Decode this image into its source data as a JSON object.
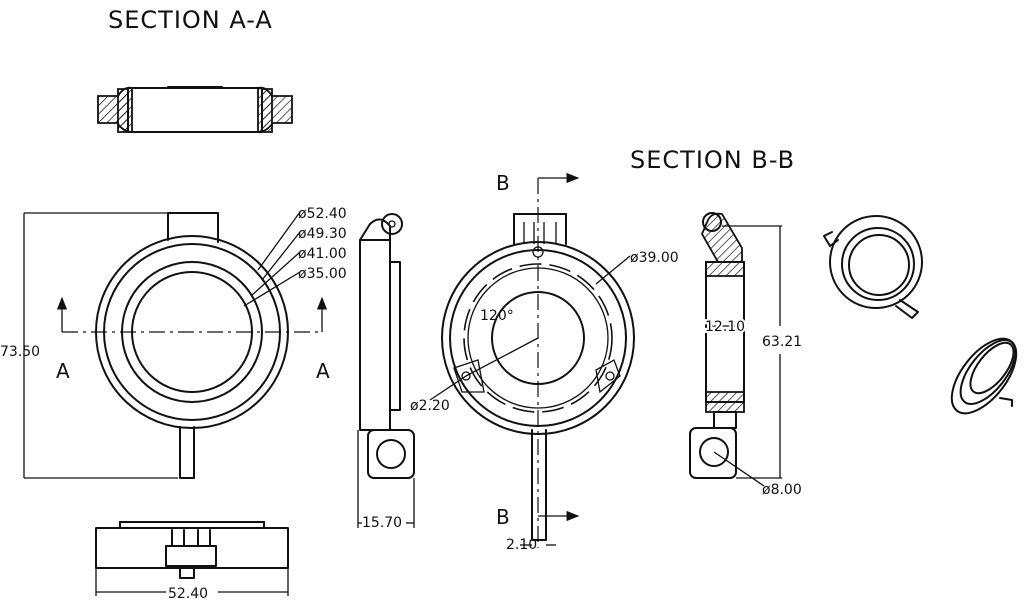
{
  "titles": {
    "section_aa": "SECTION A-A",
    "section_bb": "SECTION B-B"
  },
  "labels": {
    "a_left": "A",
    "a_right": "A",
    "b_top": "B",
    "b_bottom": "B"
  },
  "dimensions": {
    "d52_40": "ø52.40",
    "d49_30": "ø49.30",
    "d41_00": "ø41.00",
    "d35_00": "ø35.00",
    "height_73_50": "73.50",
    "width_52_40": "52.40",
    "width_15_70": "15.70",
    "d2_20": "ø2.20",
    "angle_120": "120°",
    "d39_00": "ø39.00",
    "pin_2_10": "2.10",
    "inner_12_10": "12.10",
    "height_63_21": "63.21",
    "d8_00": "ø8.00"
  }
}
